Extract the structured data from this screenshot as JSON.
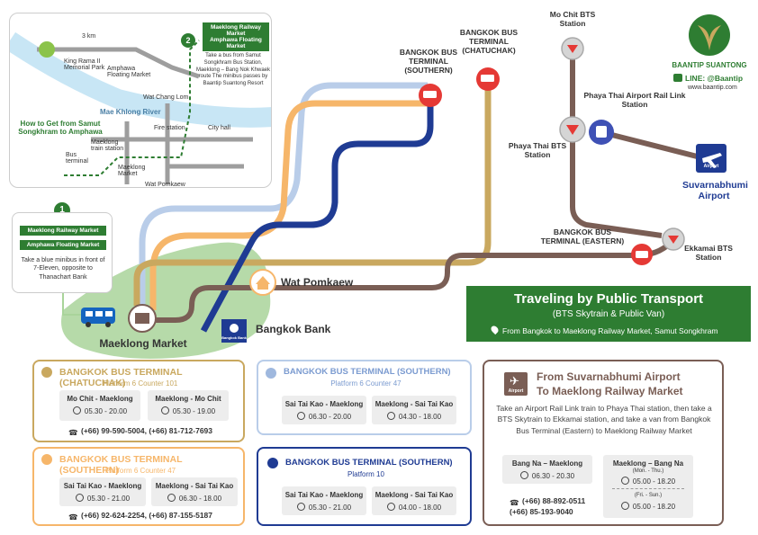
{
  "header": {
    "brand": "BAANTIP SUANTONG",
    "line": "LINE: @Baantip",
    "website": "www.baantip.com"
  },
  "stations": {
    "chatuchak_terminal": "BANGKOK BUS TERMINAL (CHATUCHAK)",
    "southern_terminal": "BANGKOK BUS TERMINAL (SOUTHERN)",
    "mochit": "Mo Chit BTS Station",
    "phayathai_arl": "Phaya Thai Airport Rail Link Station",
    "phayathai_bts": "Phaya Thai BTS Station",
    "suvarnabhumi": "Suvarnabhumi Airport",
    "airport_badge": "Airport",
    "eastern_terminal": "BANGKOK BUS TERMINAL (EASTERN)",
    "ekkamai": "Ekkamai BTS Station",
    "wat_pomkaew": "Wat Pomkaew",
    "bangkok_bank": "Bangkok Bank",
    "bangkok_bank_badge": "Bangkok Bank",
    "maeklong_market": "Maeklong Market"
  },
  "inset_map": {
    "heading": "How to Get from Samut Songkhram to Amphawa",
    "river": "Mae Khlong River",
    "places": {
      "king_rama": "King Rama II Memorial Park",
      "amphawa": "Amphawa Floating Market",
      "wat_chang_lom": "Wat Chang Lom",
      "fire_station": "Fire station",
      "city_hall": "City hall",
      "maeklong_train": "Maeklong train station",
      "bus_terminal": "Bus terminal",
      "maeklong_market": "Maeklong Market",
      "wat_pomkaew": "Wat Pomkaew",
      "distance": "3 km"
    },
    "step2": {
      "number": "2",
      "tag1": "Maeklong Railway Market",
      "tag2": "Amphawa Floating Market",
      "text": "Take a bus from Samut Songkhram Bus Station, Maeklong – Bang Nok Khwaek route The minibus passes by Baantip Suantong Resort"
    },
    "step1": {
      "number": "1",
      "tag1": "Maeklong Railway Market",
      "tag2": "Amphawa Floating Market",
      "text": "Take a blue minibus in front of 7-Eleven, opposite to Thanachart Bank"
    }
  },
  "banner": {
    "title": "Traveling by Public Transport",
    "subtitle": "(BTS Skytrain & Public Van)",
    "location": "From Bangkok to Maeklong Railway Market, Samut Songkhram"
  },
  "cards": {
    "chatuchak": {
      "title": "BANGKOK BUS TERMINAL (CHATUCHAK)",
      "platform": "Platform 6 Counter 101",
      "route1": "Mo Chit - Maeklong",
      "time1": "05.30 - 20.00",
      "route2": "Maeklong - Mo Chit",
      "time2": "05.30 - 19.00",
      "phone": "(+66) 99-590-5004, (+66) 81-712-7693"
    },
    "southern_orange": {
      "title": "BANGKOK BUS TERMINAL (SOUTHERN)",
      "platform": "Platform 6 Counter 47",
      "route1": "Sai Tai Kao - Maeklong",
      "time1": "05.30 - 21.00",
      "route2": "Maeklong - Sai Tai Kao",
      "time2": "06.30 - 18.00",
      "phone": "(+66) 92-624-2254, (+66) 87-155-5187"
    },
    "southern_lightblue": {
      "title": "BANGKOK BUS TERMINAL (SOUTHERN)",
      "platform": "Platform 6 Counter 47",
      "route1": "Sai Tai Kao - Maeklong",
      "time1": "06.30 - 20.00",
      "route2": "Maeklong - Sai Tai Kao",
      "time2": "04.30 - 18.00"
    },
    "southern_navy": {
      "title": "BANGKOK BUS TERMINAL (SOUTHERN)",
      "platform": "Platform 10",
      "route1": "Sai Tai Kao - Maeklong",
      "time1": "05.30 - 21.00",
      "route2": "Maeklong - Sai Tai Kao",
      "time2": "04.00 - 18.00"
    },
    "airport": {
      "title1": "From Suvarnabhumi Airport",
      "title2": "To Maeklong Railway Market",
      "badge": "Airport",
      "desc": "Take an Airport Rail Link train to Phaya Thai station, then take a BTS Skytrain to Ekkamai station, and take a van from Bangkok Bus Terminal (Eastern) to Maeklong Railway Market",
      "route1": "Bang Na – Maeklong",
      "time1": "06.30 - 20.30",
      "phone": "(+66) 88-892-0511\n(+66) 85-193-9040",
      "route2": "Maeklong – Bang Na",
      "days1": "(Mon. - Thu.)",
      "time2a": "05.00 - 18.20",
      "days2": "(Fri. - Sun.)",
      "time2b": "05.00 - 18.20"
    }
  },
  "colors": {
    "green": "#2e7d32",
    "gold": "#c9a85f",
    "orange": "#f6b66a",
    "lightblue": "#b9cde9",
    "navy": "#1f3b93",
    "brown": "#7a5e55",
    "red": "#e53935"
  }
}
